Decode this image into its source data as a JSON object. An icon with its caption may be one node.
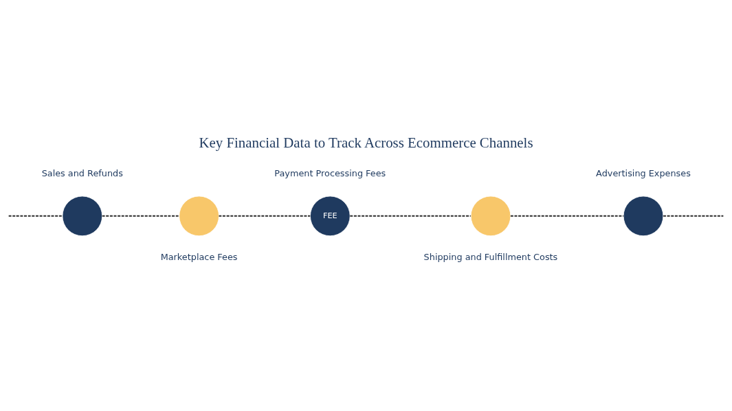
{
  "diagram": {
    "title": "Key Financial Data to Track Across Ecommerce Channels",
    "nodes": [
      {
        "text": [],
        "shape": "circle",
        "beside": [
          "Sales and Refunds"
        ]
      },
      {
        "text": [],
        "shape": "circle",
        "beside": [
          "Marketplace Fees"
        ]
      },
      {
        "text": [
          "FEE"
        ],
        "beside": [
          "Payment Processing Fees"
        ]
      },
      {
        "text": [],
        "shape": "circle",
        "beside": [
          "Shipping and Fulfillment Costs"
        ]
      },
      {
        "text": [],
        "shape": "circle",
        "beside": [
          "Advertising Expenses"
        ]
      }
    ],
    "edges": [
      {
        "from": null,
        "to": 0,
        "arrow": "none",
        "style": "dashed"
      },
      {
        "from": 0,
        "to": 1,
        "arrow": "none",
        "style": "dashed"
      },
      {
        "from": 1,
        "to": 2,
        "arrow": "none",
        "style": "dashed"
      },
      {
        "from": 2,
        "to": 3,
        "arrow": "none",
        "style": "dashed"
      },
      {
        "from": 3,
        "to": 4,
        "arrow": "none",
        "style": "dashed"
      },
      {
        "from": 4,
        "to": null,
        "arrow": "none",
        "style": "dashed"
      }
    ]
  }
}
